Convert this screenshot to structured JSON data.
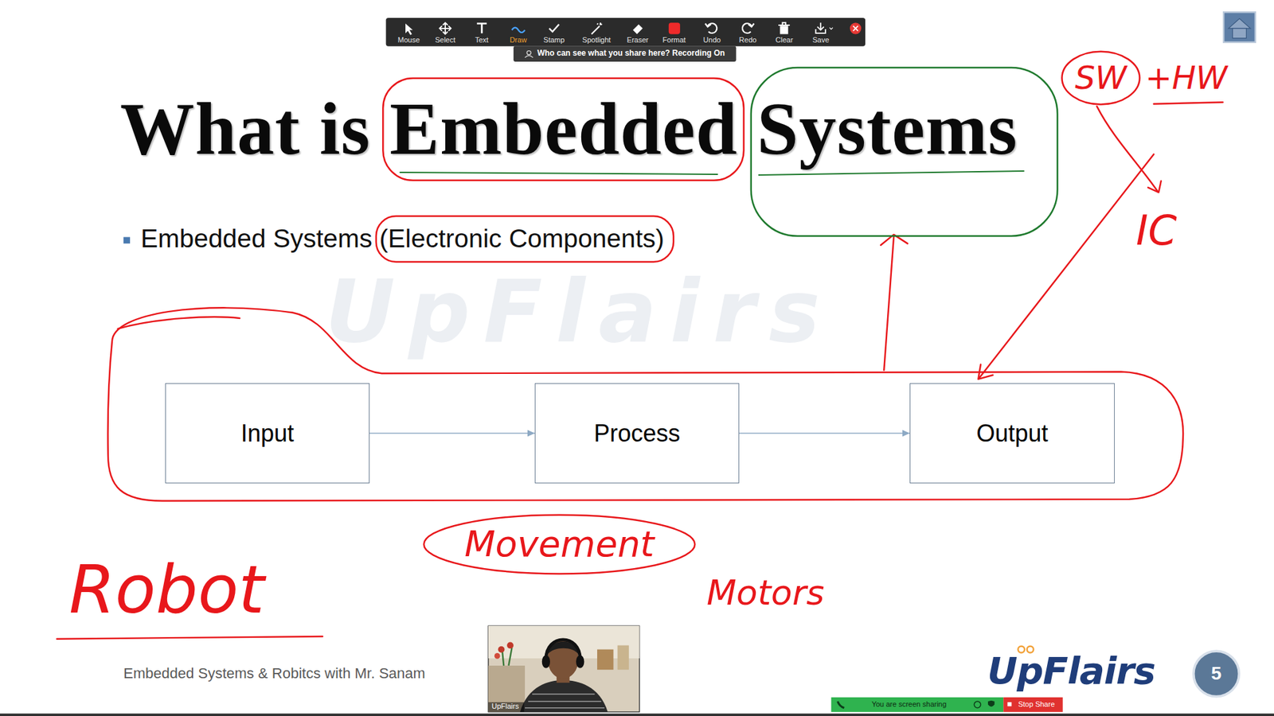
{
  "diagram": {
    "title": "What is Embedded Systems",
    "nodes": [
      {
        "text": [
          "Input"
        ]
      },
      {
        "text": [
          "Process"
        ]
      },
      {
        "text": [
          "Output"
        ]
      }
    ],
    "edges": [
      {
        "from": 0,
        "to": 1,
        "arrow": "to"
      },
      {
        "from": 1,
        "to": 2,
        "arrow": "to"
      }
    ],
    "labels": [
      "Mouse",
      "Select",
      "Text",
      "Draw",
      "Stamp",
      "Spotlight",
      "Eraser",
      "Format",
      "Undo",
      "Redo",
      "Clear",
      "Save",
      "Who can see what you share here? Recording On",
      "Embedded Systems (Electronic Components)",
      "UpFlairs",
      "SW",
      "+HW",
      "IC",
      "Robot",
      "Movement",
      "Motors",
      "Embedded Systems & Robitcs with Mr. Sanam",
      "UpFlairs",
      "UpFlairs",
      "5",
      "You are screen sharing",
      "Stop Share"
    ]
  }
}
